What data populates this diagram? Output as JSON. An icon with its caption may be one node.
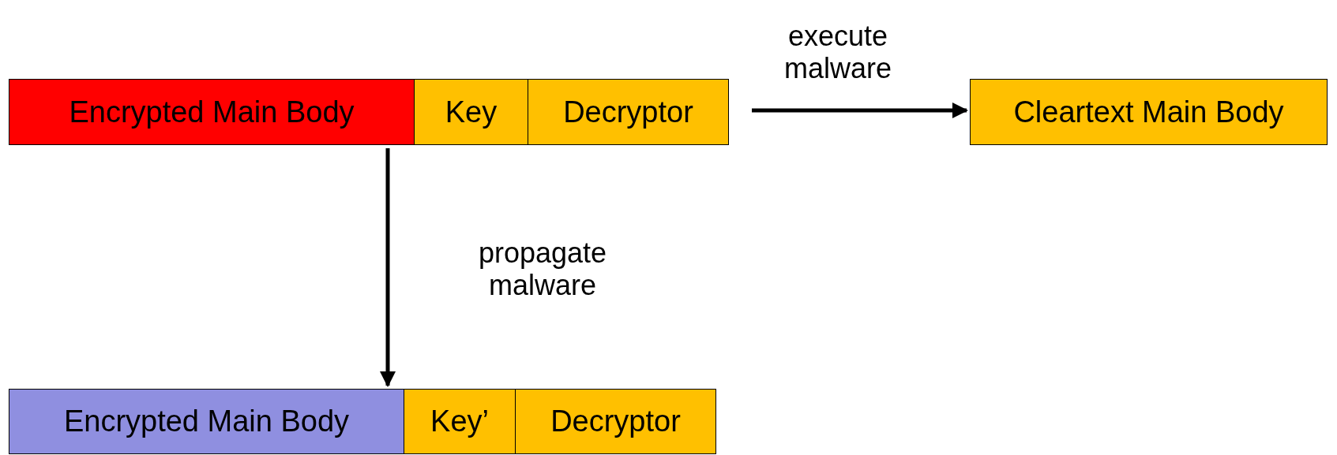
{
  "diagram": {
    "nodes": [
      {
        "text": [
          "Encrypted Main Body"
        ]
      },
      {
        "text": [
          "Key"
        ]
      },
      {
        "text": [
          "Decryptor"
        ]
      },
      {
        "text": [
          "Cleartext Main Body"
        ]
      },
      {
        "text": [
          "Encrypted Main Body"
        ]
      },
      {
        "text": [
          "Key’"
        ]
      },
      {
        "text": [
          "Decryptor"
        ]
      }
    ],
    "edges": [
      {
        "from": 2,
        "to": 3,
        "arrow": "to",
        "label": "execute malware"
      },
      {
        "from": 0,
        "to": 4,
        "arrow": "to",
        "label": "propagate malware"
      }
    ]
  }
}
